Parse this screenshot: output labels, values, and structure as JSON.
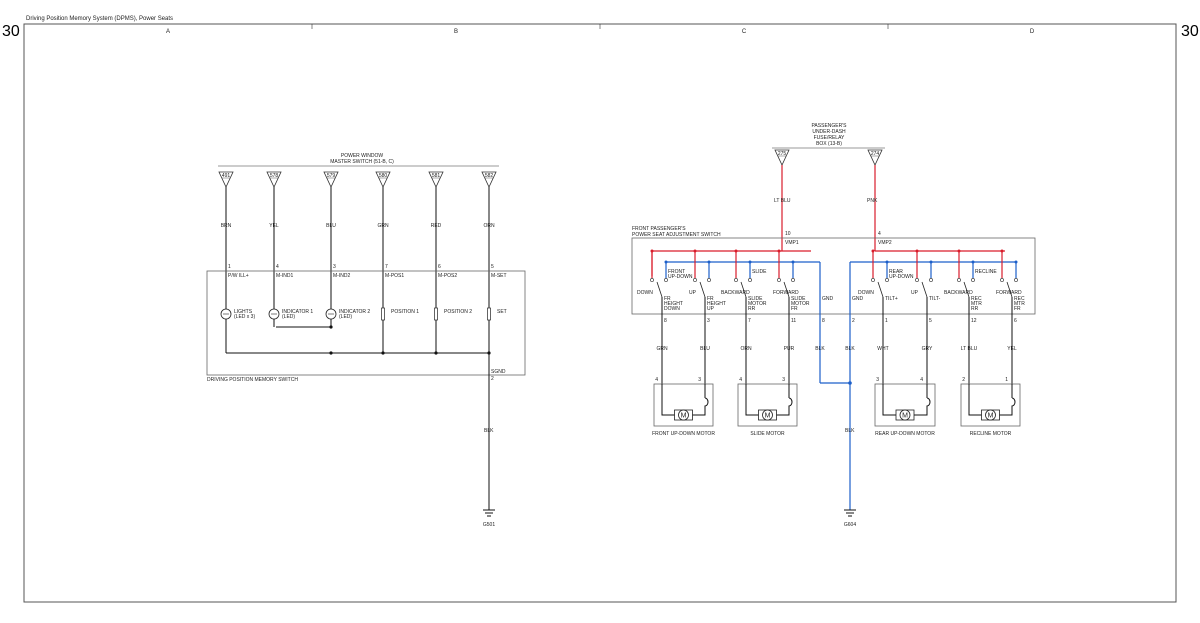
{
  "title": "Driving Position Memory System (DPMS), Power Seats",
  "page_number_left": "30",
  "page_number_right": "30",
  "columns": [
    "A",
    "B",
    "C",
    "D"
  ],
  "left": {
    "switch_title": [
      "POWER WINDOW",
      "MASTER SWITCH (51-B, C)"
    ],
    "module_label": "DRIVING POSITION MEMORY SWITCH",
    "ground_label": "G501",
    "ground_wire_color": "BLK",
    "sgnd": {
      "label": "SGND",
      "pin": "2"
    },
    "circuits": [
      {
        "conn": "491",
        "wire": "BRN",
        "pin": "1",
        "signal": "P/W ILL+",
        "component": [
          "LIGHTS",
          "(LED x 3)"
        ]
      },
      {
        "conn": "578",
        "wire": "YEL",
        "pin": "4",
        "signal": "M-IND1",
        "component": [
          "INDICATOR 1",
          "(LED)"
        ]
      },
      {
        "conn": "579",
        "wire": "BLU",
        "pin": "3",
        "signal": "M-IND2",
        "component": [
          "INDICATOR 2",
          "(LED)"
        ]
      },
      {
        "conn": "580",
        "wire": "GRN",
        "pin": "7",
        "signal": "M-POS1",
        "component": [
          "POSITION 1"
        ]
      },
      {
        "conn": "581",
        "wire": "RED",
        "pin": "6",
        "signal": "M-POS2",
        "component": [
          "POSITION 2"
        ]
      },
      {
        "conn": "582",
        "wire": "ORN",
        "pin": "5",
        "signal": "M-SET",
        "component": [
          "SET"
        ]
      }
    ]
  },
  "right": {
    "fuse_box": [
      "PASSENGER'S",
      "UNDER-DASH",
      "FUSE/RELAY",
      "BOX (13-B)"
    ],
    "feeds": [
      {
        "conn": "275",
        "wire": "LT BLU",
        "pin": "10",
        "signal": "VMP1"
      },
      {
        "conn": "274",
        "wire": "PNK",
        "pin": "4",
        "signal": "VMP2"
      }
    ],
    "switch_title": [
      "FRONT PASSENGER'S",
      "POWER SEAT ADJUSTMENT SWITCH"
    ],
    "groups": [
      {
        "top": [
          "FRONT",
          "UP-DOWN"
        ],
        "left": "DOWN",
        "right": "UP"
      },
      {
        "top": [
          "SLIDE"
        ],
        "left": "BACKWARD",
        "right": "FORWARD"
      },
      {
        "top": [
          "REAR",
          "UP-DOWN"
        ],
        "left": "DOWN",
        "right": "UP"
      },
      {
        "top": [
          "RECLINE"
        ],
        "left": "BACKWARD",
        "right": "FORWARD"
      }
    ],
    "outputs": [
      {
        "sig": [
          "FR",
          "HEIGHT",
          "DOWN"
        ],
        "pin": "8",
        "wire": "GRN"
      },
      {
        "sig": [
          "FR",
          "HEIGHT",
          "UP"
        ],
        "pin": "3",
        "wire": "BLU"
      },
      {
        "sig": [
          "SLIDE",
          "MOTOR",
          "RR"
        ],
        "pin": "7",
        "wire": "ORN"
      },
      {
        "sig": [
          "SLIDE",
          "MOTOR",
          "FR"
        ],
        "pin": "11",
        "wire": "PUR"
      },
      {
        "sig": [
          "GND"
        ],
        "pin": "8",
        "wire": "BLK"
      },
      {
        "sig": [
          "GND"
        ],
        "pin": "2",
        "wire": "BLK"
      },
      {
        "sig": [
          "TILT+"
        ],
        "pin": "1",
        "wire": "WHT"
      },
      {
        "sig": [
          "TILT-"
        ],
        "pin": "5",
        "wire": "GRY"
      },
      {
        "sig": [
          "REC",
          "MTR",
          "RR"
        ],
        "pin": "12",
        "wire": "LT BLU"
      },
      {
        "sig": [
          "REC",
          "MTR",
          "FR"
        ],
        "pin": "6",
        "wire": "YEL"
      }
    ],
    "motors": [
      {
        "name": "FRONT UP-DOWN MOTOR",
        "pins": [
          "4",
          "3"
        ],
        "symbol": "M"
      },
      {
        "name": "SLIDE MOTOR",
        "pins": [
          "4",
          "3"
        ],
        "symbol": "M"
      },
      {
        "name": "REAR UP-DOWN MOTOR",
        "pins": [
          "3",
          "4"
        ],
        "symbol": "M"
      },
      {
        "name": "RECLINE MOTOR",
        "pins": [
          "2",
          "1"
        ],
        "symbol": "M"
      }
    ],
    "ground_label": "G604",
    "ground_wire_color": "BLK"
  },
  "wire_colors": {
    "power": "#d91c2a",
    "ground": "#1c5fc9",
    "signal": "#111111"
  }
}
